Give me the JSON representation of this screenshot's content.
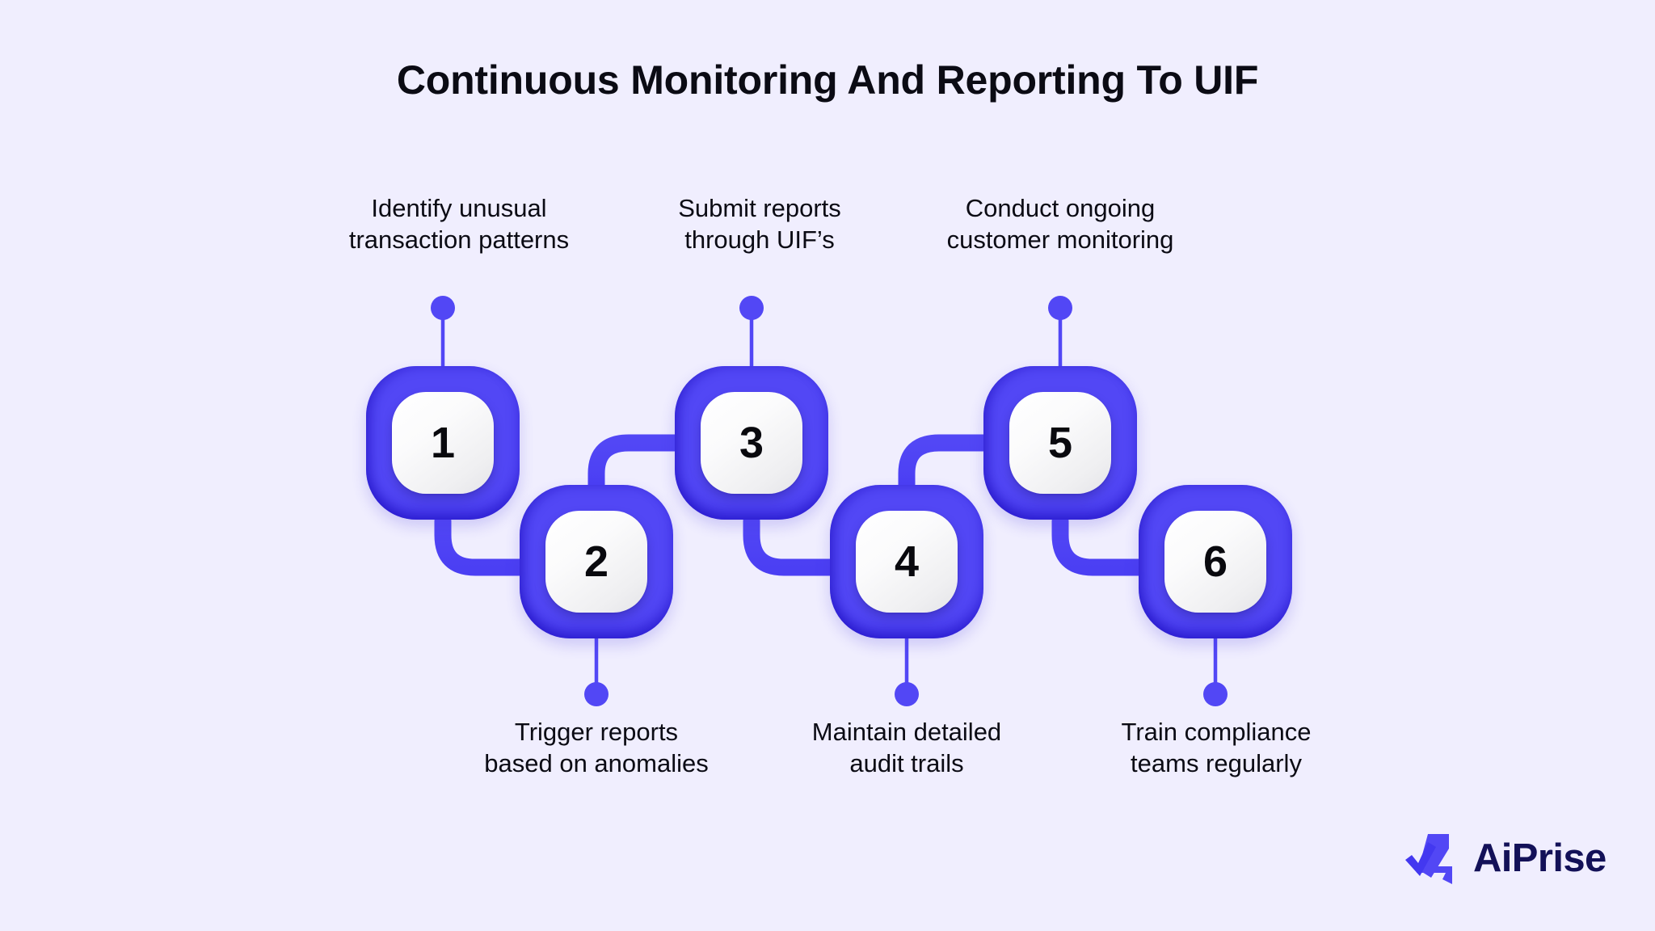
{
  "page": {
    "title": "Continuous Monitoring And Reporting To UIF",
    "background_color": "#F0EEFE",
    "accent_color": "#5247F5",
    "text_color": "#0B0B14"
  },
  "chart_data": {
    "type": "diagram",
    "title": "Continuous Monitoring And Reporting To UIF",
    "layout": "zigzag-6-step-process",
    "categories": [
      "1",
      "2",
      "3",
      "4",
      "5",
      "6"
    ],
    "values": [
      1,
      2,
      3,
      4,
      5,
      6
    ],
    "steps": [
      {
        "number": "1",
        "label": "Identify unusual\ntransaction patterns",
        "row": "top",
        "caption_position": "above"
      },
      {
        "number": "2",
        "label": "Trigger reports\nbased on anomalies",
        "row": "bottom",
        "caption_position": "below"
      },
      {
        "number": "3",
        "label": "Submit reports\nthrough UIF’s",
        "row": "top",
        "caption_position": "above"
      },
      {
        "number": "4",
        "label": "Maintain detailed\naudit trails",
        "row": "bottom",
        "caption_position": "below"
      },
      {
        "number": "5",
        "label": "Conduct ongoing\ncustomer monitoring",
        "row": "top",
        "caption_position": "above"
      },
      {
        "number": "6",
        "label": "Train compliance\nteams regularly",
        "row": "bottom",
        "caption_position": "below"
      }
    ],
    "legend": [],
    "grid": false
  },
  "brand": {
    "name": "AiPrise",
    "mark_color": "#5247F5",
    "wordmark_color": "#131158"
  }
}
